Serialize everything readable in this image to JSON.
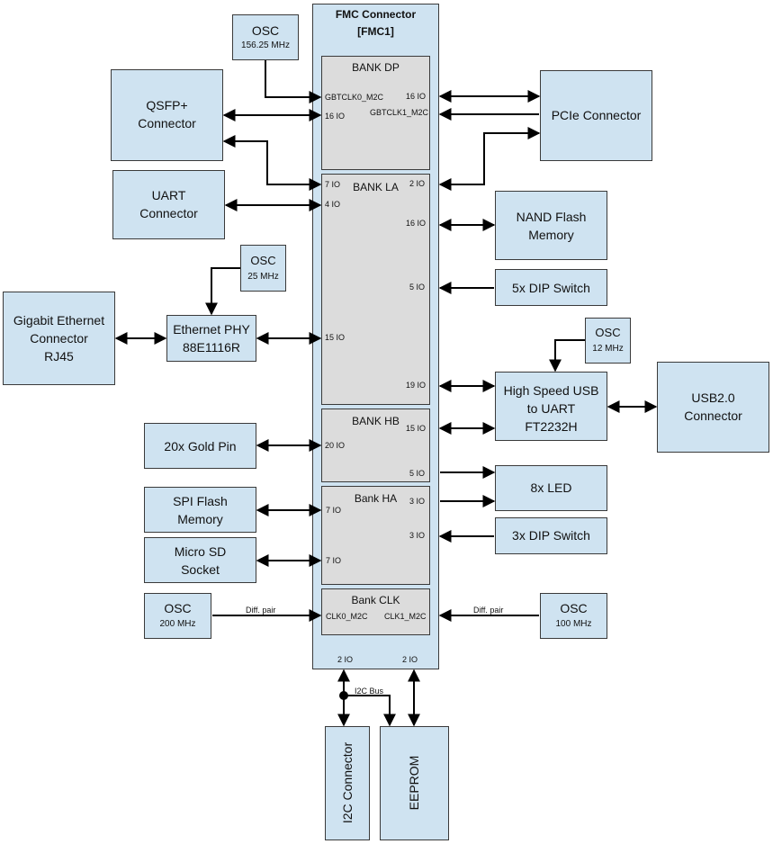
{
  "fmc": {
    "title_line1": "FMC Connector",
    "title_line2": "[FMC1]",
    "bottom_io_left": "2 IO",
    "bottom_io_right": "2 IO"
  },
  "banks": {
    "dp": {
      "title": "BANK DP",
      "gbt0": "GBTCLK0_M2C",
      "gbt1": "GBTCLK1_M2C",
      "io16_left": "16 IO",
      "io16_right": "16 IO"
    },
    "la": {
      "title": "BANK LA",
      "io7": "7 IO",
      "io4": "4 IO",
      "io2": "2 IO",
      "io16": "16 IO",
      "io5": "5 IO",
      "io15": "15 IO",
      "io19": "19 IO"
    },
    "hb": {
      "title": "BANK HB",
      "io15": "15 IO",
      "io20": "20 IO",
      "io5": "5 IO"
    },
    "ha": {
      "title": "Bank HA",
      "io3a": "3 IO",
      "io7a": "7 IO",
      "io3b": "3 IO",
      "io7b": "7 IO"
    },
    "clk": {
      "title": "Bank CLK",
      "clk0": "CLK0_M2C",
      "clk1": "CLK1_M2C"
    }
  },
  "components": {
    "osc156": {
      "line1": "OSC",
      "line2": "156.25 MHz"
    },
    "qsfp": {
      "line1": "QSFP+",
      "line2": "Connector"
    },
    "uart": {
      "line1": "UART",
      "line2": "Connector"
    },
    "osc25": {
      "line1": "OSC",
      "line2": "25 MHz"
    },
    "gige": {
      "line1": "Gigabit Ethernet",
      "line2": "Connector",
      "line3": "RJ45"
    },
    "phy": {
      "line1": "Ethernet PHY",
      "line2": "88E1116R"
    },
    "goldpin": {
      "label": "20x Gold Pin"
    },
    "spiflash": {
      "line1": "SPI Flash",
      "line2": "Memory"
    },
    "microsd": {
      "line1": "Micro SD",
      "line2": "Socket"
    },
    "osc200": {
      "line1": "OSC",
      "line2": "200 MHz"
    },
    "pcie": {
      "label": "PCIe Connector"
    },
    "nand": {
      "line1": "NAND Flash",
      "line2": "Memory"
    },
    "dip5": {
      "label": "5x DIP Switch"
    },
    "osc12": {
      "line1": "OSC",
      "line2": "12 MHz"
    },
    "usbuart": {
      "line1": "High Speed USB",
      "line2": "to UART",
      "line3": "FT2232H"
    },
    "usb2": {
      "line1": "USB2.0",
      "line2": "Connector"
    },
    "led": {
      "label": "8x LED"
    },
    "dip3": {
      "label": "3x DIP Switch"
    },
    "osc100": {
      "line1": "OSC",
      "line2": "100 MHz"
    },
    "i2c": {
      "label": "I2C Connector"
    },
    "eeprom": {
      "label": "EEPROM"
    }
  },
  "annotations": {
    "diff_left": "Diff. pair",
    "diff_right": "Diff. pair",
    "i2c_bus": "I2C Bus"
  },
  "colors": {
    "component_fill": "#cfe3f1",
    "bank_fill": "#dcdcdc",
    "line": "#000000"
  }
}
